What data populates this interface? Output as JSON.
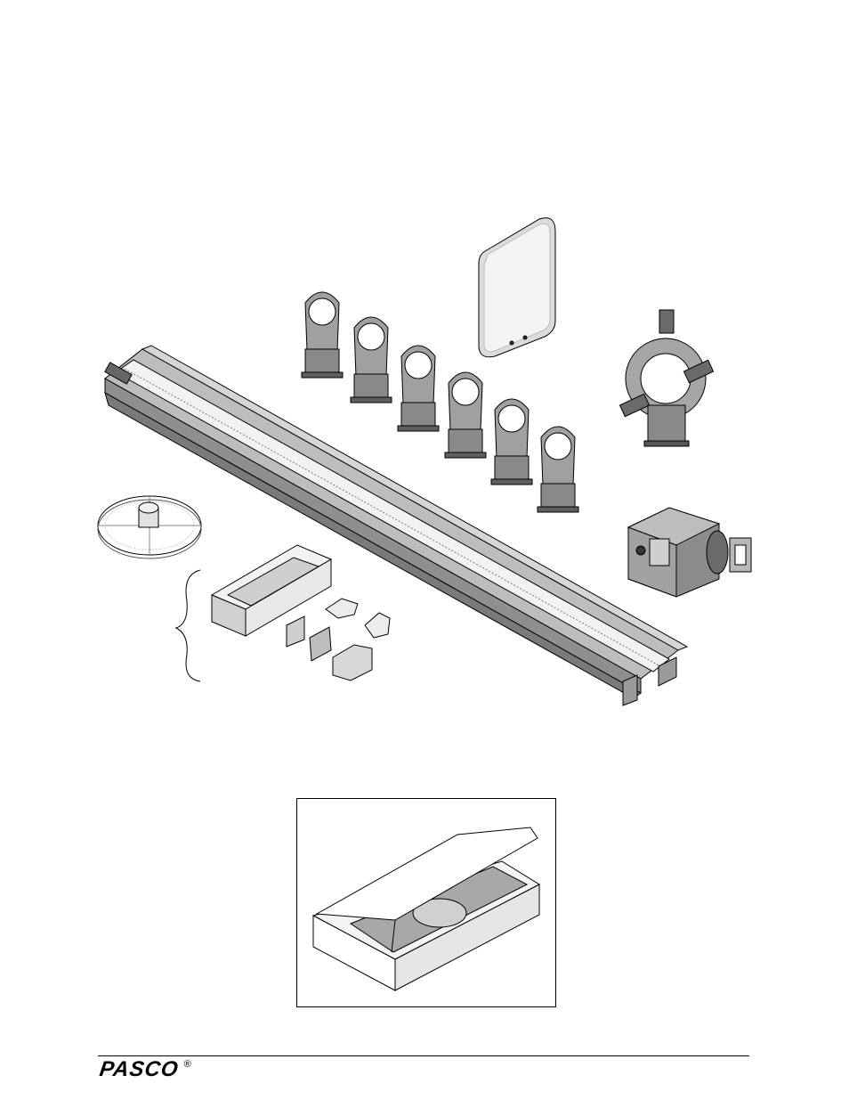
{
  "figure": {
    "items": [
      "optics-track",
      "component-holders",
      "viewing-screen",
      "adjustable-lens-holder",
      "light-source",
      "ray-table",
      "ray-optics-kit"
    ]
  },
  "storage_box": {
    "item": "storage-box"
  },
  "footer": {
    "brand": "PASCO",
    "registered": "®"
  },
  "colors": {
    "line": "#000000",
    "fill_light": "#d8d8d8",
    "fill_mid": "#a8a8a8",
    "fill_dark": "#6a6a6a"
  }
}
